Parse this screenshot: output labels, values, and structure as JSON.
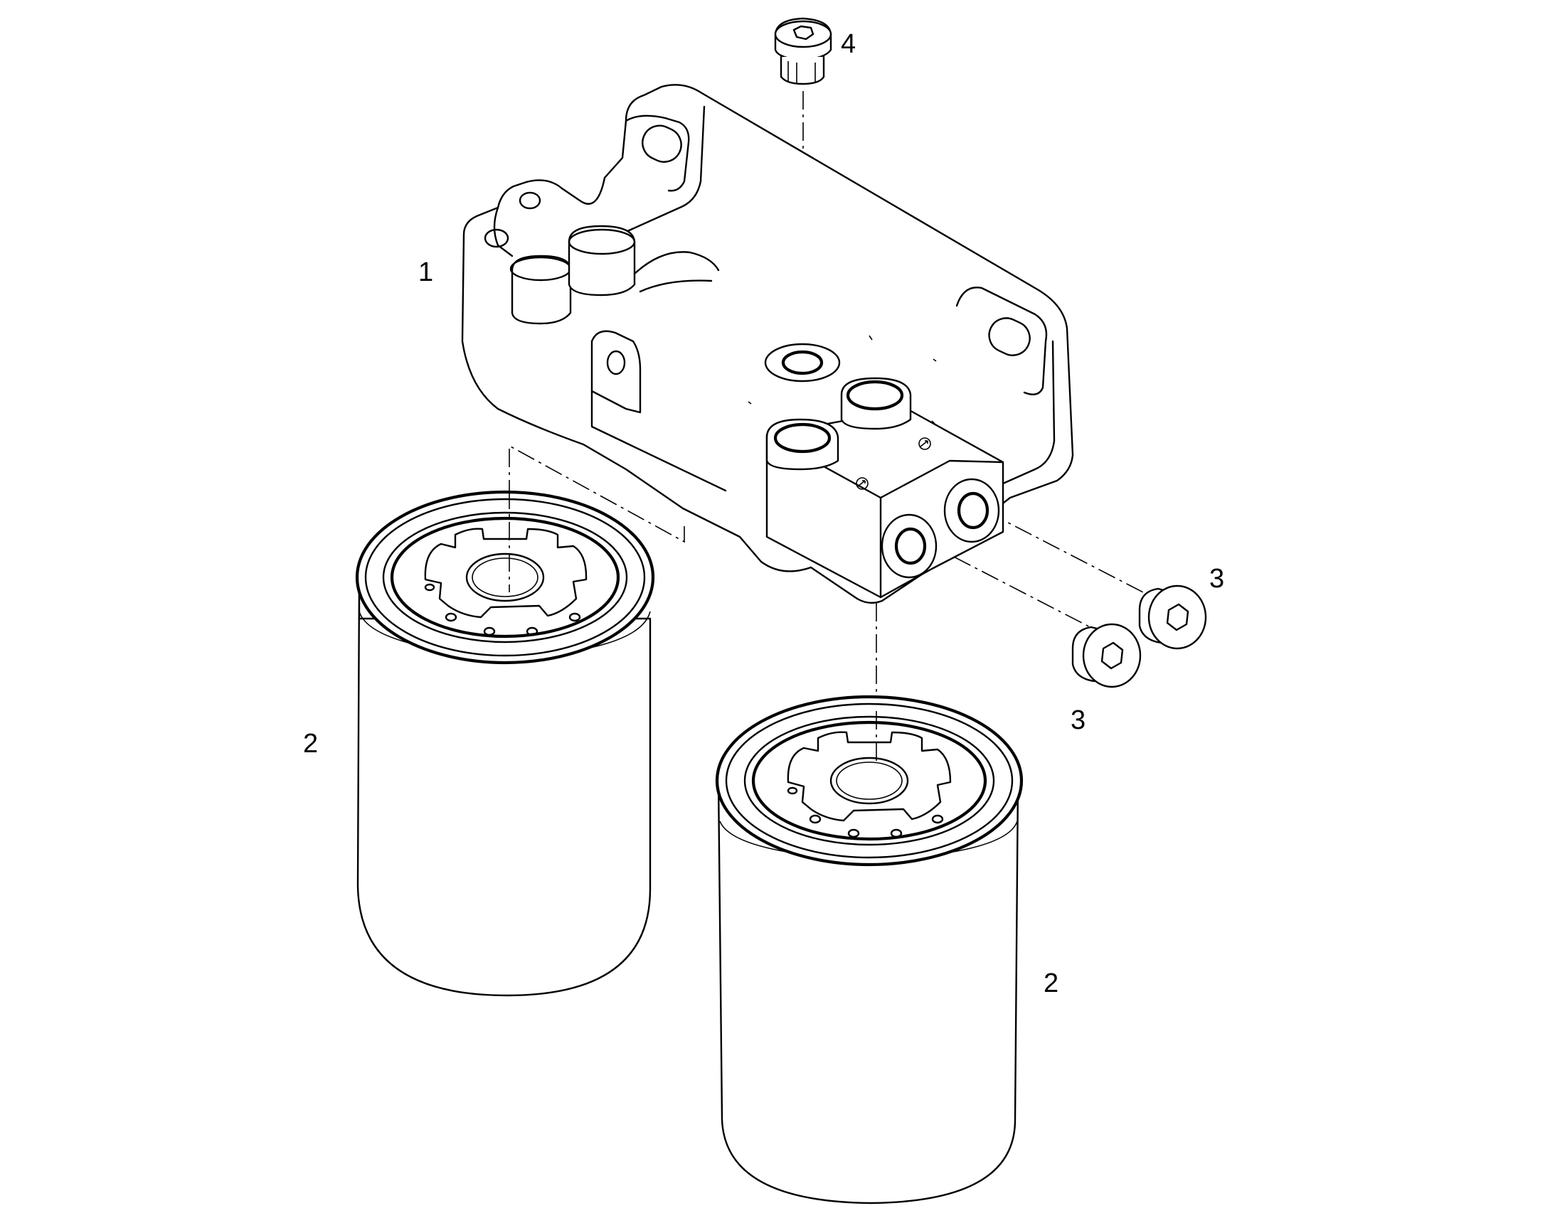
{
  "callouts": [
    {
      "id": "1",
      "label": "1"
    },
    {
      "id": "2a",
      "label": "2"
    },
    {
      "id": "2b",
      "label": "2"
    },
    {
      "id": "3a",
      "label": "3"
    },
    {
      "id": "3b",
      "label": "3"
    },
    {
      "id": "4",
      "label": "4"
    }
  ]
}
